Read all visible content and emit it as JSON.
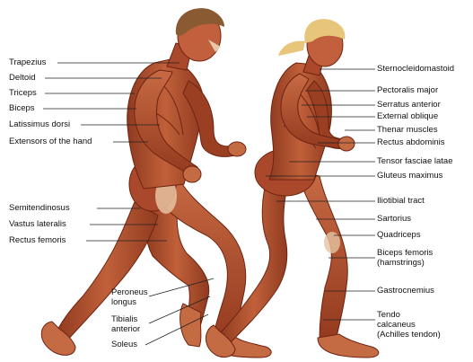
{
  "labels_left": [
    {
      "key": "trapezius",
      "text": "Trapezius"
    },
    {
      "key": "deltoid",
      "text": "Deltoid"
    },
    {
      "key": "triceps",
      "text": "Triceps"
    },
    {
      "key": "biceps",
      "text": "Biceps"
    },
    {
      "key": "latissimus",
      "text": "Latissimus dorsi"
    },
    {
      "key": "extensors",
      "text": "Extensors of the hand"
    },
    {
      "key": "semitendinosus",
      "text": "Semitendinosus"
    },
    {
      "key": "vastus",
      "text": "Vastus lateralis"
    },
    {
      "key": "rectus_femoris",
      "text": "Rectus femoris"
    }
  ],
  "labels_center": [
    {
      "key": "peroneus",
      "text": "Peroneus\nlongus"
    },
    {
      "key": "tibialis",
      "text": "Tibialis\nanterior"
    },
    {
      "key": "soleus",
      "text": "Soleus"
    }
  ],
  "labels_right": [
    {
      "key": "sternocleidomastoid",
      "text": "Sternocleidomastoid"
    },
    {
      "key": "pectoralis",
      "text": "Pectoralis major"
    },
    {
      "key": "serratus",
      "text": "Serratus anterior"
    },
    {
      "key": "external_oblique",
      "text": "External oblique"
    },
    {
      "key": "thenar",
      "text": "Thenar muscles"
    },
    {
      "key": "rectus_abdominis",
      "text": "Rectus abdominis"
    },
    {
      "key": "tensor",
      "text": "Tensor fasciae latae"
    },
    {
      "key": "gluteus",
      "text": "Gluteus maximus"
    },
    {
      "key": "iliotibial",
      "text": "Iliotibial tract"
    },
    {
      "key": "sartorius",
      "text": "Sartorius"
    },
    {
      "key": "quadriceps",
      "text": "Quadriceps"
    },
    {
      "key": "biceps_femoris",
      "text": "Biceps femoris\n(hamstrings)"
    },
    {
      "key": "gastrocnemius",
      "text": "Gastrocnemius"
    },
    {
      "key": "tendo",
      "text": "Tendo\ncalcaneus\n(Achilles tendon)"
    }
  ],
  "colors": {
    "muscle": "#b5502e",
    "muscle_dark": "#7a2a16",
    "muscle_light": "#d98f6a",
    "tendon": "#e8c7a8",
    "hair_male": "#8a5a32",
    "hair_female": "#e7c57a",
    "leader": "#222222"
  }
}
